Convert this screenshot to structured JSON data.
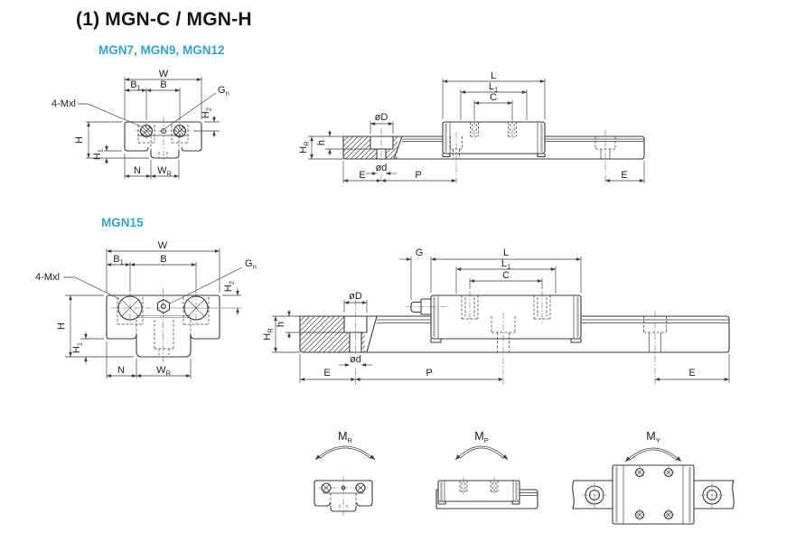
{
  "title": "(1) MGN-C / MGN-H",
  "sections": {
    "small": {
      "label": "MGN7, MGN9, MGN12"
    },
    "large": {
      "label": "MGN15"
    }
  },
  "colors": {
    "accent": "#35A3C8",
    "line": "#3A3A3A",
    "hatch": "#4A4A4A",
    "gray_edge": "#B5B5B5"
  },
  "dims": {
    "W": "W",
    "B": "B",
    "B1": {
      "base": "B",
      "sub": "1"
    },
    "Gn": {
      "base": "G",
      "sub": "n"
    },
    "mxl": "4-Mxl",
    "H": "H",
    "H1": {
      "base": "H",
      "sub": "1"
    },
    "H2": {
      "base": "H",
      "sub": "2"
    },
    "N": "N",
    "WR": {
      "base": "W",
      "sub": "R"
    },
    "L": "L",
    "L1": {
      "base": "L",
      "sub": "1"
    },
    "C": "C",
    "oD": "øD",
    "od": "ød",
    "HR": {
      "base": "H",
      "sub": "R"
    },
    "h": "h",
    "E": "E",
    "P": "P",
    "G": "G"
  },
  "moments": {
    "MR": {
      "base": "M",
      "sub": "R"
    },
    "MP": {
      "base": "M",
      "sub": "P"
    },
    "MY": {
      "base": "M",
      "sub": "Y"
    }
  }
}
